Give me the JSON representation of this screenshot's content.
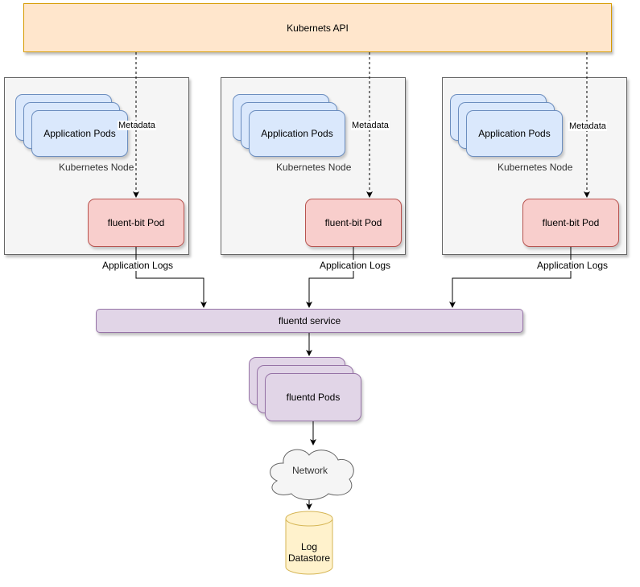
{
  "api": {
    "label": "Kubernets API"
  },
  "nodes": [
    {
      "node_label": "Kubernetes Node",
      "pods_label": "Application Pods",
      "fluentbit_label": "fluent-bit Pod",
      "metadata_label": "Metadata",
      "logs_label": "Application Logs"
    },
    {
      "node_label": "Kubernetes Node",
      "pods_label": "Application Pods",
      "fluentbit_label": "fluent-bit Pod",
      "metadata_label": "Metadata",
      "logs_label": "Application Logs"
    },
    {
      "node_label": "Kubernetes Node",
      "pods_label": "Application Pods",
      "fluentbit_label": "fluent-bit Pod",
      "metadata_label": "Metadata",
      "logs_label": "Application Logs"
    }
  ],
  "service": {
    "label": "fluentd service"
  },
  "fluentd_pods": {
    "label": "fluentd Pods"
  },
  "network": {
    "label": "Network"
  },
  "datastore": {
    "label_line1": "Log",
    "label_line2": "Datastore"
  },
  "colors": {
    "api_fill": "#ffe6cc",
    "api_stroke": "#d79b00",
    "node_fill": "#f5f5f5",
    "node_stroke": "#666666",
    "pod_fill": "#dae8fc",
    "pod_stroke": "#6c8ebf",
    "fluentbit_fill": "#f8cecc",
    "fluentbit_stroke": "#b85450",
    "fluentd_fill": "#e1d5e7",
    "fluentd_stroke": "#9673a6",
    "datastore_fill": "#fff2cc",
    "datastore_stroke": "#d6b656",
    "network_fill": "#f5f5f5",
    "network_stroke": "#666666"
  }
}
